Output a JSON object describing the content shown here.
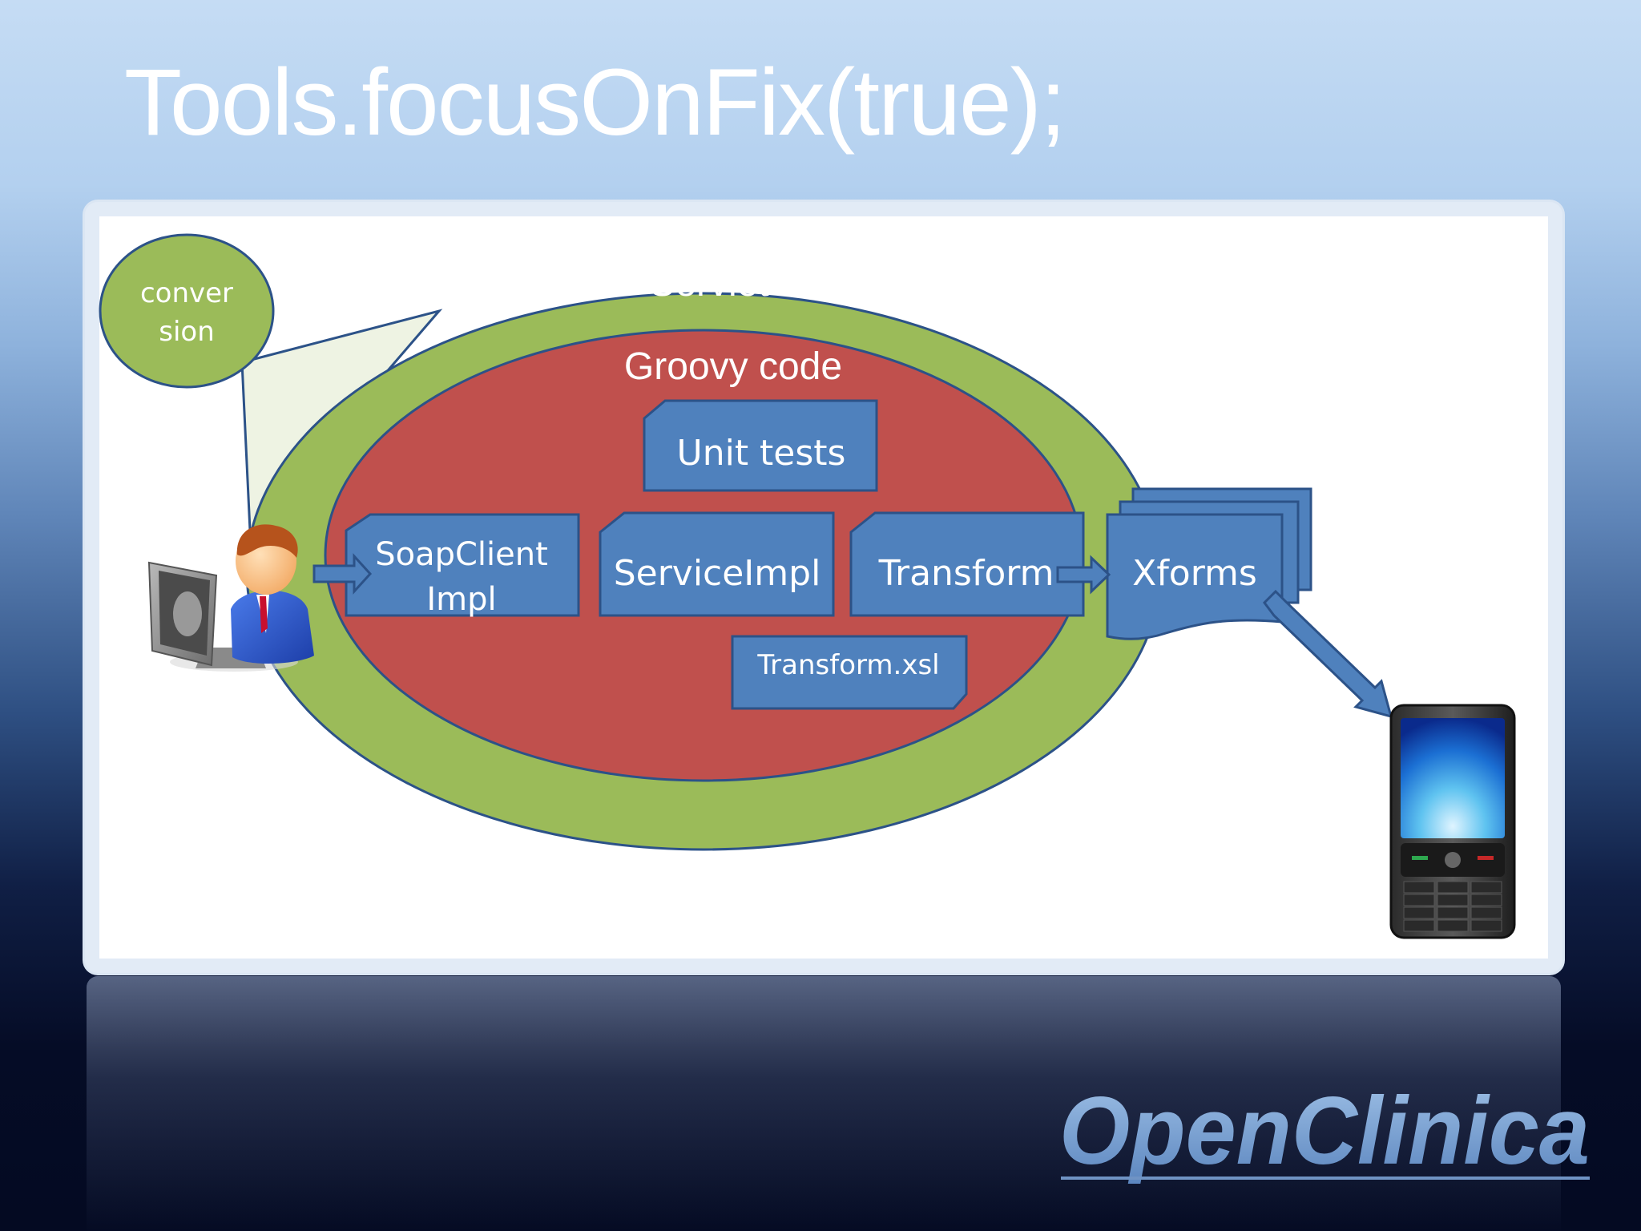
{
  "slide": {
    "title": "Tools.focusOnFix(true);"
  },
  "diagram": {
    "callout_label": "conver\nsion",
    "servlet_label": "Servlet",
    "groovy_label": "Groovy code",
    "unit_tests_label": "Unit tests",
    "soapclient_label": "SoapClient\nImpl",
    "serviceimpl_label": "ServiceImpl",
    "transform_label": "Transform",
    "transform_xsl_label": "Transform.xsl",
    "xforms_label": "Xforms"
  },
  "logo": {
    "text": "OpenClinica"
  },
  "colors": {
    "servlet_fill": "#9bbb59",
    "groovy_fill": "#c0504d",
    "box_fill": "#4f81bd",
    "outline": "#2c5288",
    "callout_fill": "#9bbb59"
  },
  "icons": [
    "user-at-computer-icon",
    "mobile-phone-icon"
  ]
}
